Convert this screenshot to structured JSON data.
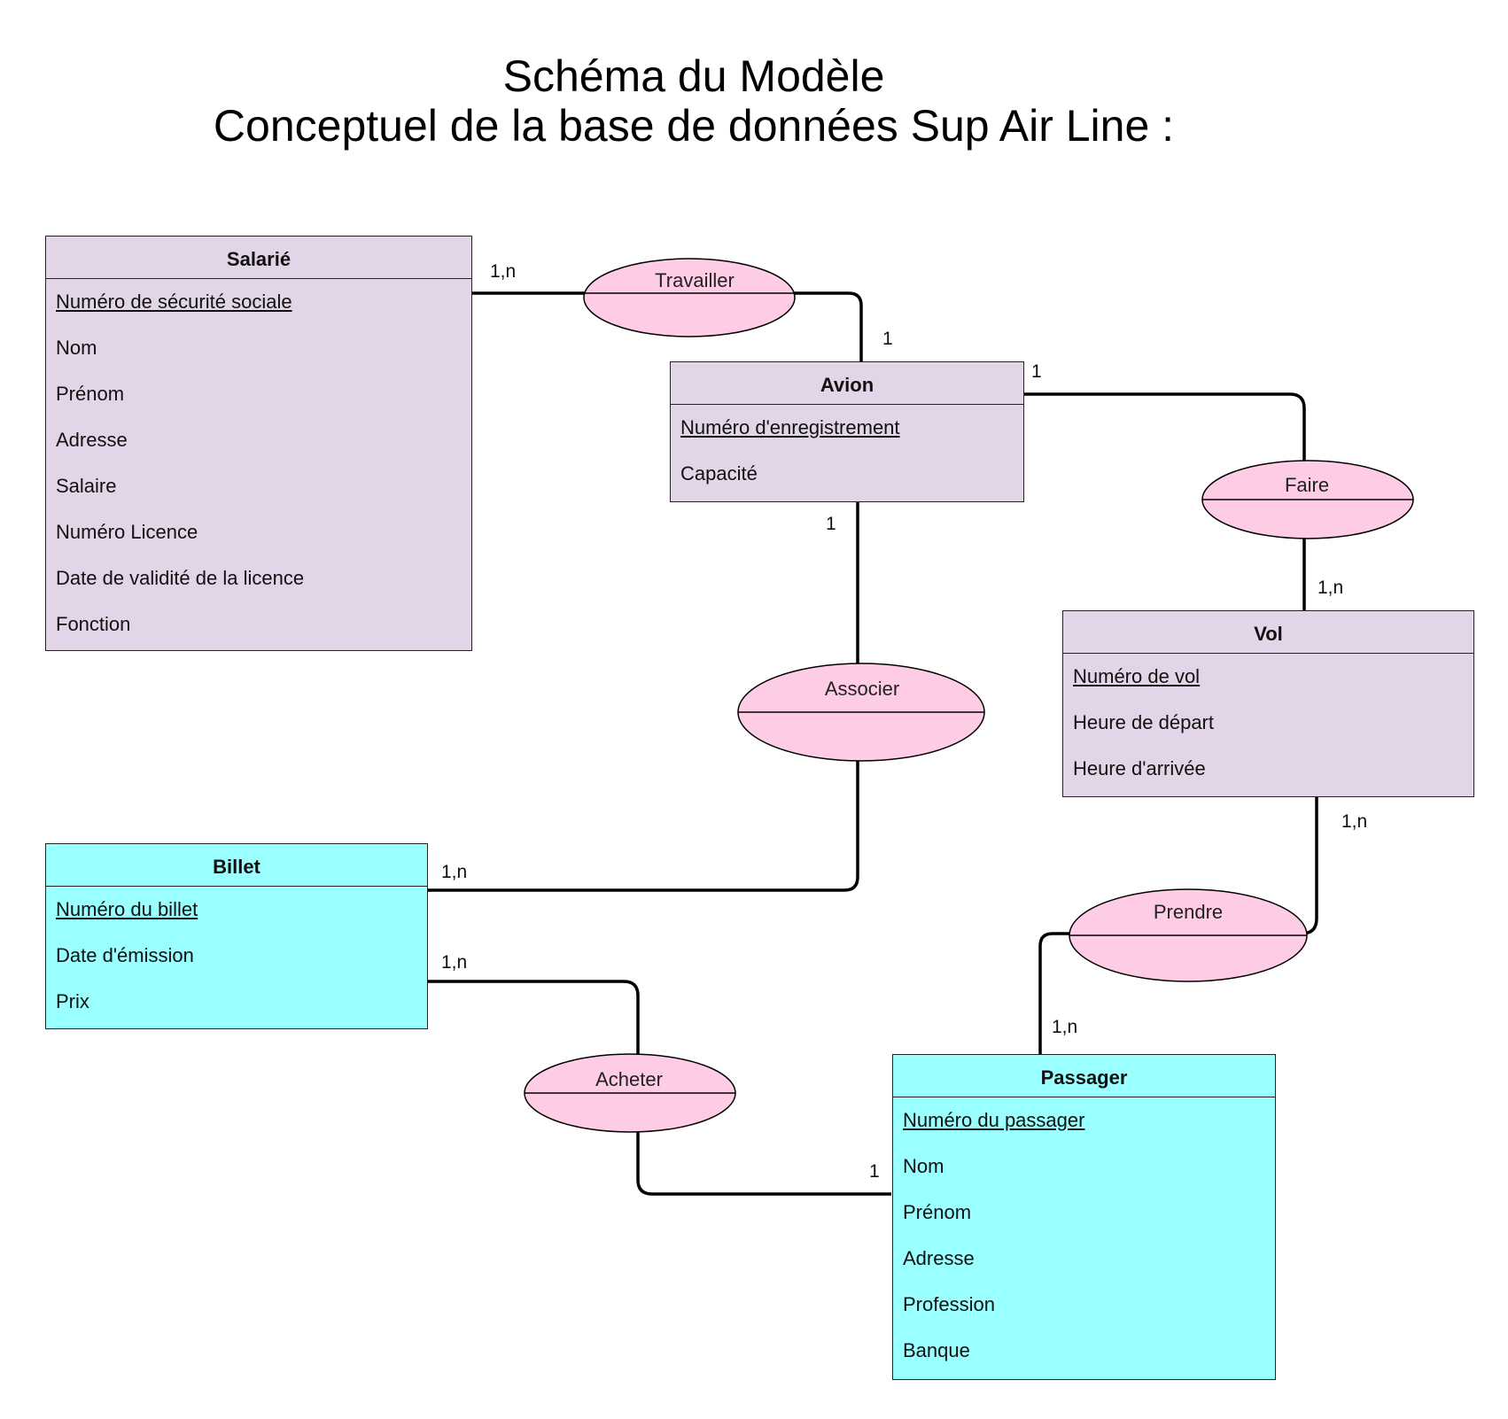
{
  "title": {
    "line1": "Schéma du Modèle",
    "line2": "Conceptuel de la base de données Sup Air Line :"
  },
  "entities": {
    "salarie": {
      "name": "Salarié",
      "attributes": [
        "Numéro de sécurité sociale",
        "Nom",
        "Prénom",
        "Adresse",
        "Salaire",
        "Numéro Licence",
        "Date de validité de la licence",
        "Fonction"
      ]
    },
    "avion": {
      "name": "Avion",
      "attributes": [
        "Numéro d'enregistrement",
        "Capacité"
      ]
    },
    "vol": {
      "name": "Vol",
      "attributes": [
        "Numéro de vol",
        "Heure de départ",
        "Heure d'arrivée"
      ]
    },
    "billet": {
      "name": "Billet",
      "attributes": [
        "Numéro du billet",
        "Date d'émission",
        "Prix"
      ]
    },
    "passager": {
      "name": "Passager",
      "attributes": [
        "Numéro du passager",
        "Nom",
        "Prénom",
        "Adresse",
        "Profession",
        "Banque"
      ]
    }
  },
  "relations": {
    "travailler": "Travailler",
    "faire": "Faire",
    "associer": "Associer",
    "prendre": "Prendre",
    "acheter": "Acheter"
  },
  "cardinalities": {
    "salarie_travailler": "1,n",
    "avion_travailler": "1",
    "avion_faire": "1",
    "vol_faire": "1,n",
    "avion_associer": "1",
    "billet_associer": "1,n",
    "vol_prendre": "1,n",
    "passager_prendre": "1,n",
    "billet_acheter": "1,n",
    "passager_acheter": "1"
  },
  "colors": {
    "entity_lavender": "#e1d5e7",
    "entity_cyan": "#99ffff",
    "relation_pink": "#ffcce6",
    "stroke": "#000000"
  }
}
